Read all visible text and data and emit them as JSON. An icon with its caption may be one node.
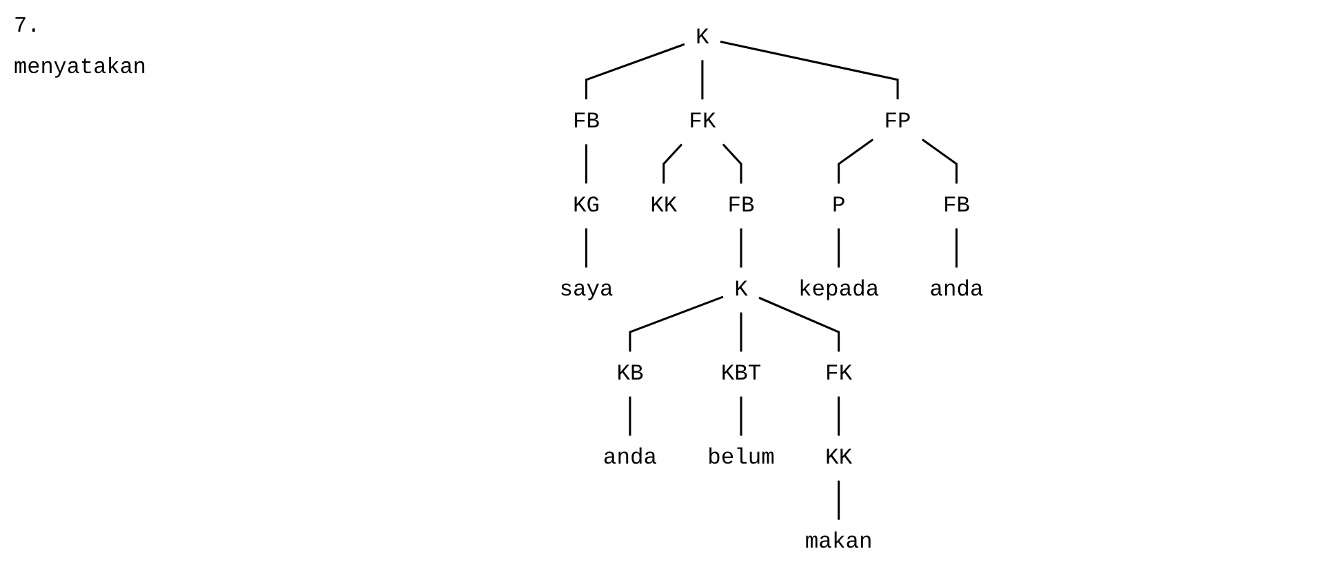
{
  "diagram": {
    "nodes": [
      {
        "text": [
          "K"
        ]
      },
      {
        "text": [
          "FB"
        ]
      },
      {
        "text": [
          "KG"
        ]
      },
      {
        "text": [
          "saya"
        ]
      },
      {
        "text": [
          "FK"
        ]
      },
      {
        "text": [
          "KK"
        ]
      },
      {
        "text": [
          "FB"
        ]
      },
      {
        "text": [
          "K"
        ]
      },
      {
        "text": [
          "KB"
        ]
      },
      {
        "text": [
          "anda"
        ]
      },
      {
        "text": [
          "KBT"
        ]
      },
      {
        "text": [
          "belum"
        ]
      },
      {
        "text": [
          "FK"
        ]
      },
      {
        "text": [
          "KK"
        ]
      },
      {
        "text": [
          "makan"
        ]
      },
      {
        "text": [
          "FP"
        ]
      },
      {
        "text": [
          "P"
        ]
      },
      {
        "text": [
          "kepada"
        ]
      },
      {
        "text": [
          "FB"
        ]
      },
      {
        "text": [
          "anda"
        ]
      }
    ],
    "edges": [
      {
        "from": 0,
        "to": 1,
        "arrow": "none"
      },
      {
        "from": 1,
        "to": 2,
        "arrow": "none"
      },
      {
        "from": 2,
        "to": 3,
        "arrow": "none"
      },
      {
        "from": 0,
        "to": 4,
        "arrow": "none"
      },
      {
        "from": 4,
        "to": 5,
        "arrow": "none"
      },
      {
        "from": 4,
        "to": 6,
        "arrow": "none"
      },
      {
        "from": 6,
        "to": 7,
        "arrow": "none"
      },
      {
        "from": 7,
        "to": 8,
        "arrow": "none"
      },
      {
        "from": 8,
        "to": 9,
        "arrow": "none"
      },
      {
        "from": 7,
        "to": 10,
        "arrow": "none"
      },
      {
        "from": 10,
        "to": 11,
        "arrow": "none"
      },
      {
        "from": 7,
        "to": 12,
        "arrow": "none"
      },
      {
        "from": 12,
        "to": 13,
        "arrow": "none"
      },
      {
        "from": 13,
        "to": 14,
        "arrow": "none"
      },
      {
        "from": 0,
        "to": 15,
        "arrow": "none"
      },
      {
        "from": 15,
        "to": 16,
        "arrow": "none"
      },
      {
        "from": 16,
        "to": 17,
        "arrow": "none"
      },
      {
        "from": 15,
        "to": 18,
        "arrow": "none"
      },
      {
        "from": 18,
        "to": 19,
        "arrow": "none"
      }
    ],
    "labels": [
      "7.",
      "menyatakan"
    ]
  }
}
